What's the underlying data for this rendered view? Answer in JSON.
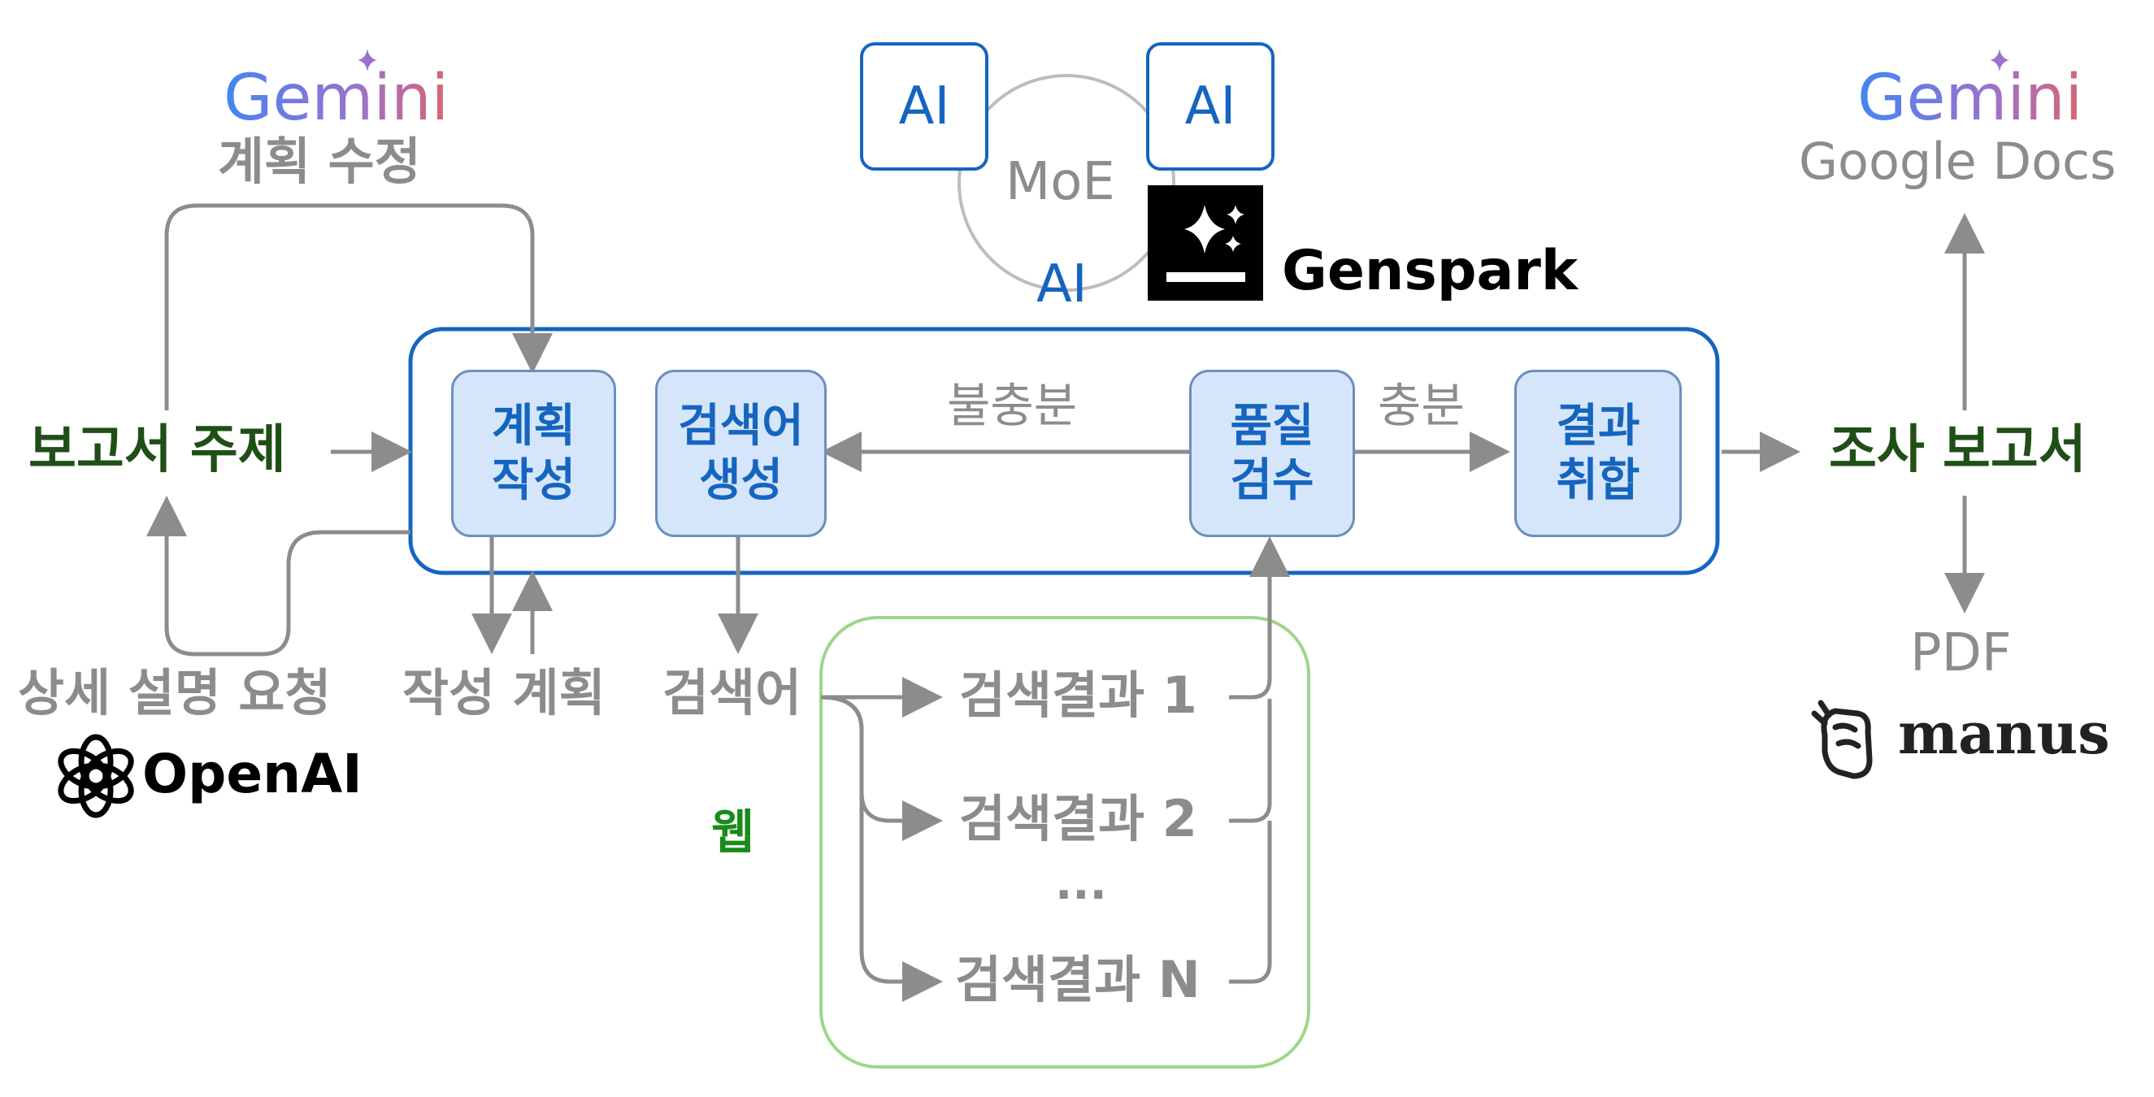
{
  "gemini_left": {
    "logo": "Gemini",
    "caption": "계획 수정"
  },
  "gemini_right": {
    "logo": "Gemini",
    "caption": "Google Docs"
  },
  "moe": {
    "label": "MoE",
    "ai": [
      "AI",
      "AI",
      "AI"
    ]
  },
  "genspark": {
    "name": "Genspark"
  },
  "input_topic": "보고서 주제",
  "output_report": "조사 보고서",
  "detail_request": "상세 설명 요청",
  "openai": {
    "name": "OpenAI"
  },
  "nodes": {
    "plan": "계획\n작성",
    "query": "검색어\n생성",
    "quality": "품질\n검수",
    "merge": "결과\n취합"
  },
  "edge_labels": {
    "insufficient": "불충분",
    "sufficient": "충분"
  },
  "below_labels": {
    "written_plan": "작성 계획",
    "query": "검색어"
  },
  "web": {
    "label": "웹",
    "results": [
      "검색결과 1",
      "검색결과 2",
      "...",
      "검색결과 N"
    ]
  },
  "pdf": {
    "label": "PDF"
  },
  "manus": {
    "name": "manus"
  },
  "colors": {
    "blue": "#1565c0",
    "node_fill": "#d6e6fa",
    "dark_green": "#1f4f16",
    "web_green": "#1a8a1a",
    "web_border": "#9ed68a",
    "gray": "#8c8c8c",
    "gemini_gradient": [
      "#4285f4",
      "#9b72cb",
      "#d96570"
    ]
  },
  "icons": [
    "gemini-sparkle-icon",
    "genspark-logo-icon",
    "openai-logo-icon",
    "manus-logo-icon"
  ]
}
